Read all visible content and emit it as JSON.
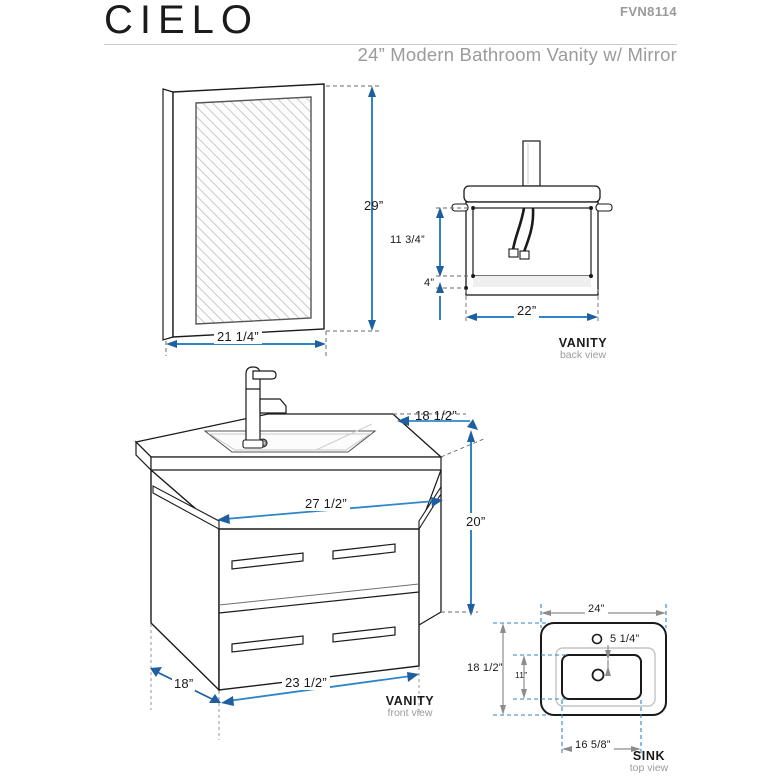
{
  "header": {
    "brand": "CIELO",
    "part_number": "FVN8114",
    "subtitle": "24” Modern Bathroom Vanity w/ Mirror"
  },
  "colors": {
    "dimension_blue": "#2e86c8",
    "dimension_blue_dark": "#1f5fa0",
    "dimension_gray": "#8c8c8c",
    "label_gray": "#9b9b9b",
    "line_black": "#1a1a1a",
    "hatch_gray": "#b9b9b9",
    "panel_fill": "#ffffff",
    "shadow_fill": "#efefef"
  },
  "views": {
    "mirror": {
      "name": "mirror-view",
      "dimensions": {
        "height": "29”",
        "width": "21 1/4”"
      }
    },
    "vanity_back": {
      "caption_title": "VANITY",
      "caption_sub": "back view",
      "dimensions": {
        "cabinet_height": "11 3/4”",
        "base_height": "4”",
        "width": "22”"
      }
    },
    "vanity_front": {
      "caption_title": "VANITY",
      "caption_sub": "front view",
      "dimensions": {
        "counter_depth": "18 1/2”",
        "counter_width": "27 1/2”",
        "cabinet_height": "20”",
        "cabinet_depth": "18”",
        "cabinet_width": "23 1/2”"
      }
    },
    "sink_top": {
      "caption_title": "SINK",
      "caption_sub": "top view",
      "dimensions": {
        "width": "24”",
        "faucet_offset": "5 1/4”",
        "depth": "18 1/2”",
        "basin_depth": "11”",
        "basin_width": "16 5/8”"
      }
    }
  }
}
